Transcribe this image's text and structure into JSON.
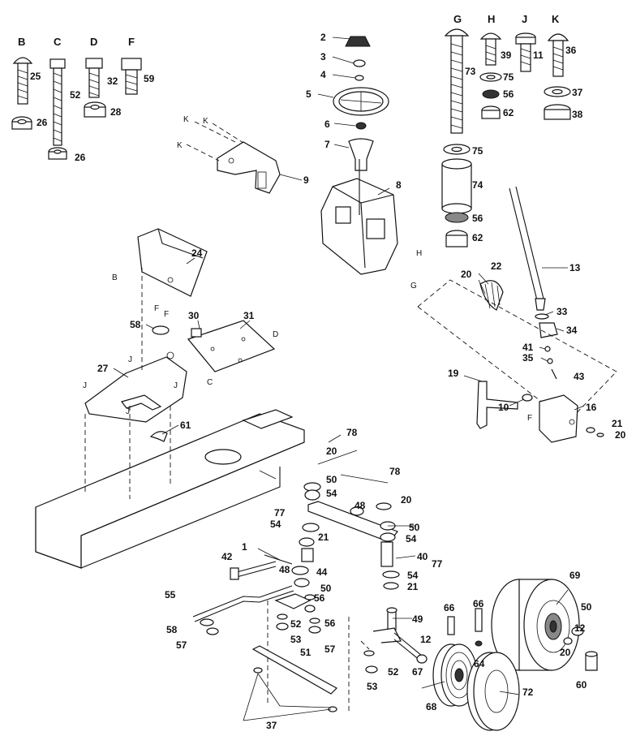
{
  "diagram": {
    "column_letters": [
      "B",
      "C",
      "D",
      "F",
      "G",
      "H",
      "J",
      "K"
    ],
    "small_letters": [
      "K",
      "K",
      "K",
      "B",
      "F",
      "F",
      "J",
      "J",
      "J",
      "J",
      "C",
      "D",
      "H",
      "G",
      "F"
    ],
    "part_numbers": [
      "25",
      "52",
      "32",
      "59",
      "26",
      "28",
      "26",
      "73",
      "39",
      "11",
      "36",
      "75",
      "37",
      "56",
      "38",
      "62",
      "2",
      "3",
      "4",
      "5",
      "6",
      "7",
      "9",
      "8",
      "75",
      "74",
      "56",
      "62",
      "24",
      "13",
      "22",
      "20",
      "58",
      "30",
      "31",
      "33",
      "34",
      "41",
      "35",
      "43",
      "19",
      "10",
      "16",
      "21",
      "20",
      "27",
      "61",
      "78",
      "20",
      "50",
      "54",
      "78",
      "20",
      "48",
      "50",
      "77",
      "54",
      "21",
      "54",
      "1",
      "42",
      "44",
      "50",
      "40",
      "77",
      "54",
      "21",
      "48",
      "55",
      "56",
      "52",
      "56",
      "69",
      "50",
      "58",
      "57",
      "53",
      "57",
      "66",
      "66",
      "49",
      "12",
      "12",
      "20",
      "60",
      "51",
      "52",
      "67",
      "53",
      "64",
      "68",
      "72",
      "37"
    ]
  }
}
